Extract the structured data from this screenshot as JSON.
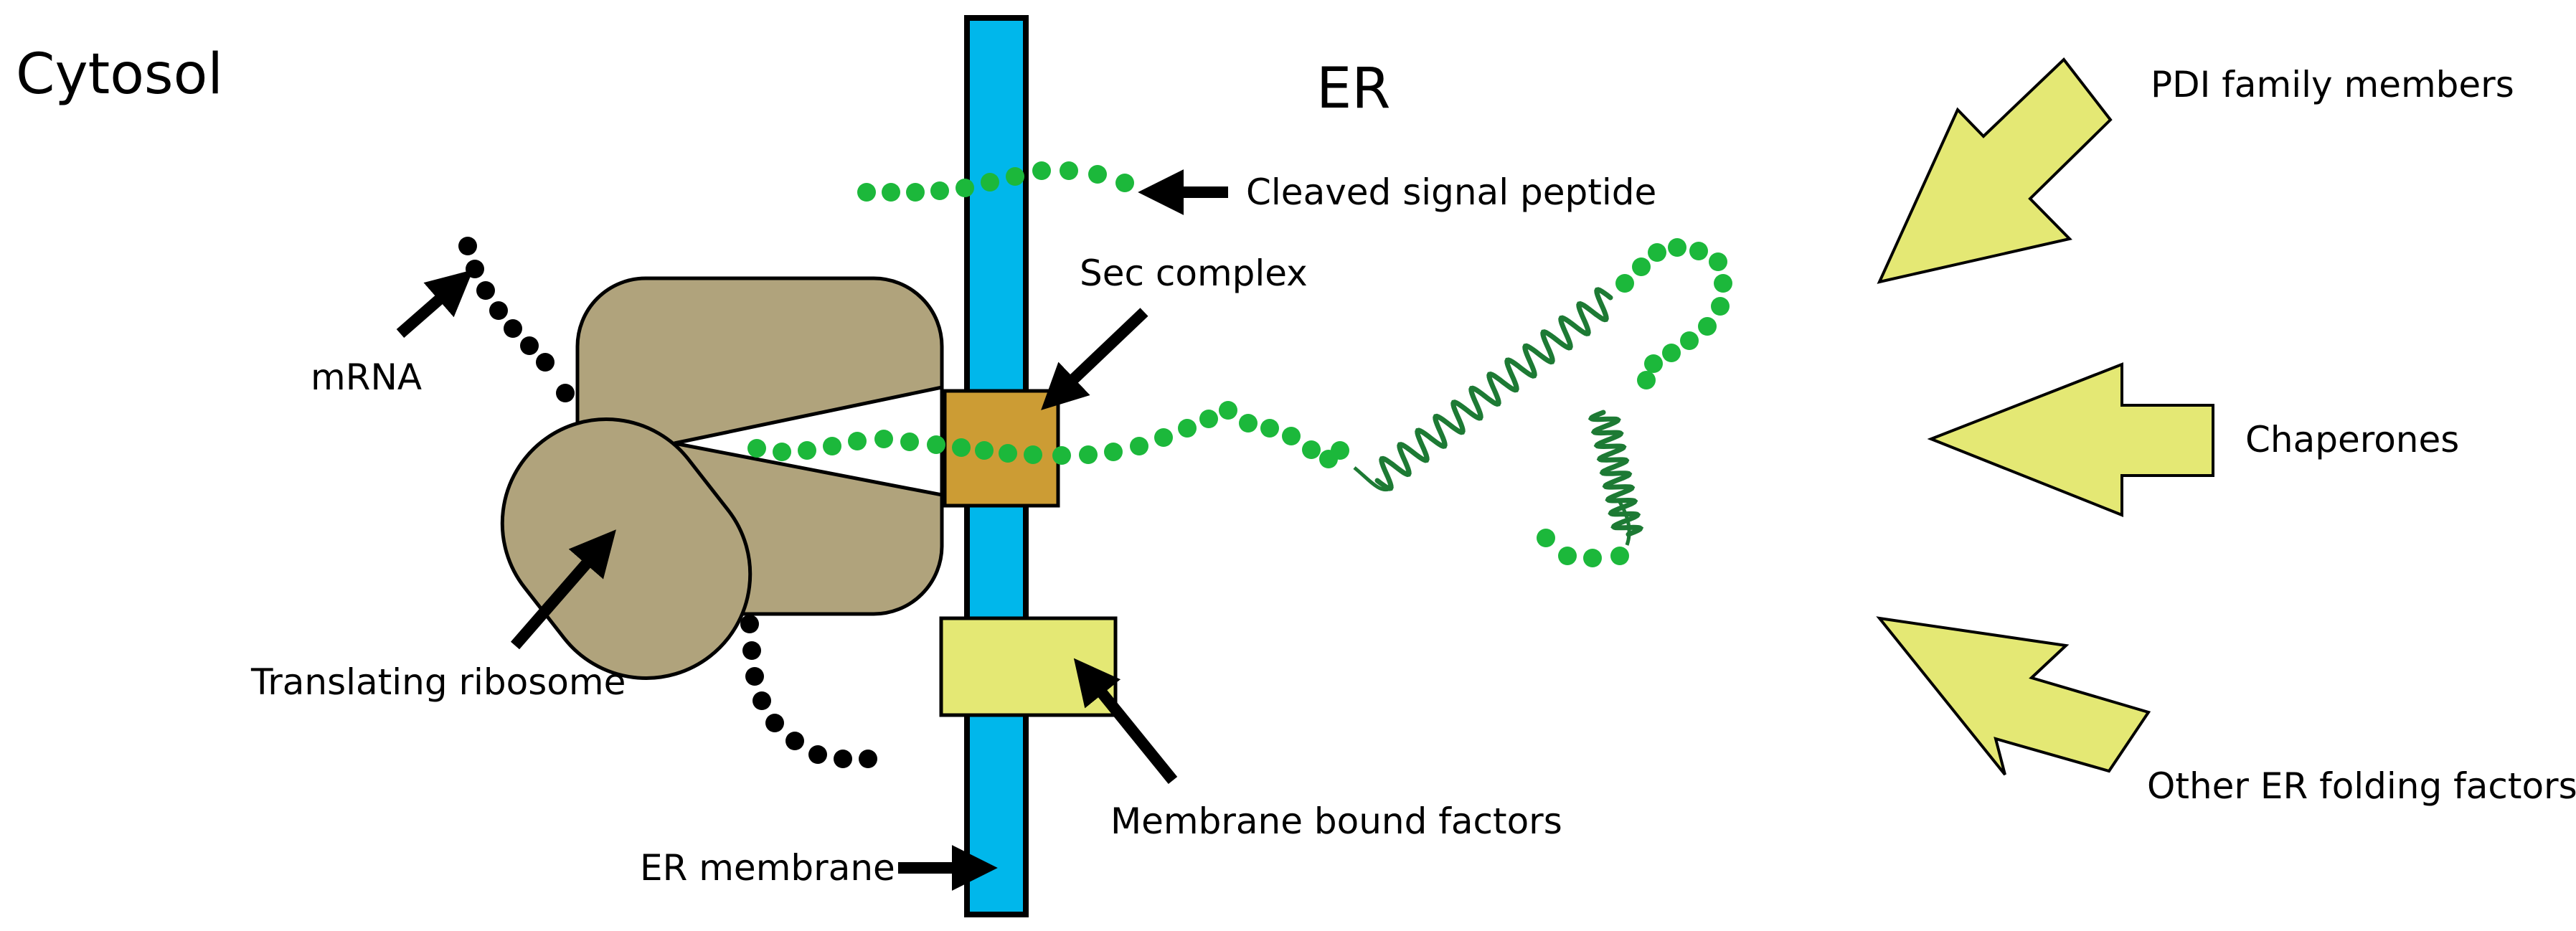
{
  "regions": {
    "cytosol": "Cytosol",
    "er": "ER"
  },
  "labels": {
    "mrna": "mRNA",
    "ribosome": "Translating ribosome",
    "er_membrane": "ER membrane",
    "sec_complex": "Sec complex",
    "signal_peptide": "Cleaved signal peptide",
    "membrane_factors": "Membrane bound factors",
    "pdi": "PDI family members",
    "chaperones": "Chaperones",
    "other_factors": "Other ER folding factors"
  },
  "colors": {
    "membrane": "#00b7eb",
    "ribosome": "#b0a37c",
    "sec_complex": "#cc9c34",
    "factor": "#e4e874",
    "peptide": "#1cb83b",
    "helix": "#1d7a34",
    "mrna": "#000000",
    "outline": "#000000"
  }
}
